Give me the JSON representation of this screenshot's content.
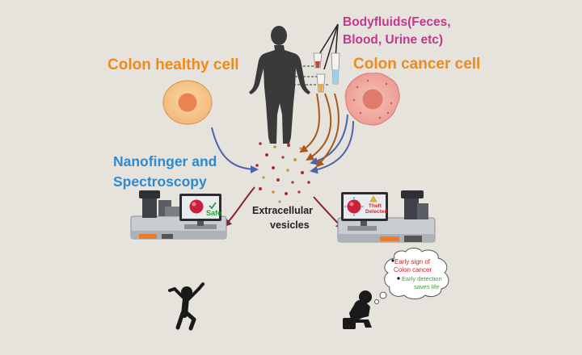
{
  "labels": {
    "bodyfluids_line1": "Bodyfluids(Feces,",
    "bodyfluids_line2": "Blood, Urine etc)",
    "healthy_cell": "Colon healthy cell",
    "cancer_cell": "Colon cancer cell",
    "nanofinger_line1": "Nanofinger and",
    "nanofinger_line2": "Spectroscopy",
    "ev_line1": "Extracellular",
    "ev_line2": "vesicles",
    "safe": "Safe",
    "theft_line1": "Theft",
    "theft_line2": "Detected",
    "early_sign_line1": "Early sign of",
    "early_sign_line2": "Colon cancer",
    "early_detection_line1": "Early detection",
    "early_detection_line2": "saves life"
  },
  "colors": {
    "background": "#e6e3dc",
    "magenta_text": "#c2388f",
    "orange_text": "#ee8a1c",
    "blue_text": "#2b8ad0",
    "blue_arrow": "#4e63ad",
    "brown_arrow": "#a8581e",
    "maroon_arrow": "#8a1f3c",
    "healthy_cell": "#f6c98d",
    "cancer_cell": "#f0a9a0",
    "ev_dots": "#b0263a"
  },
  "icons": [
    "human-body-icon",
    "test-tube-icon",
    "healthy-cell-icon",
    "cancer-cell-icon",
    "microscope-icon",
    "monitor-icon",
    "happy-person-icon",
    "sad-person-icon",
    "thought-cloud-icon",
    "checkmark-icon",
    "warning-icon"
  ]
}
